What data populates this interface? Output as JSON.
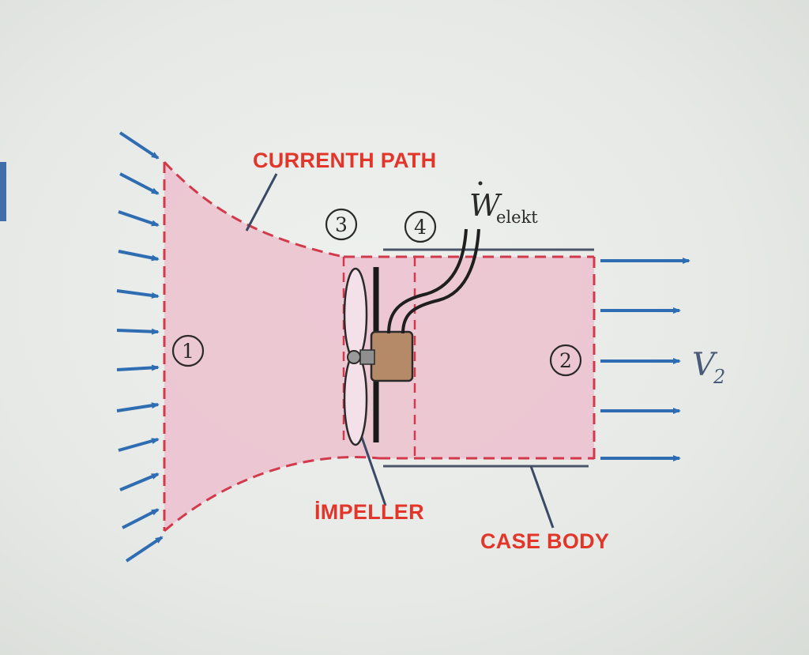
{
  "labels": {
    "current_path": "CURRENTH PATH",
    "impeller": "İMPELLER",
    "case_body": "CASE BODY"
  },
  "symbols": {
    "power": "W",
    "power_subscript": "elekt",
    "velocity": "V",
    "velocity_subscript": "2"
  },
  "stations": [
    "1",
    "2",
    "3",
    "4"
  ],
  "colors": {
    "control_volume_fill": "#ecc3d0",
    "dashed_boundary": "#d23a4c",
    "flow_arrow": "#2f6db3",
    "label_red": "#e3362b",
    "wire": "#222222",
    "motor": "#b58a68"
  }
}
